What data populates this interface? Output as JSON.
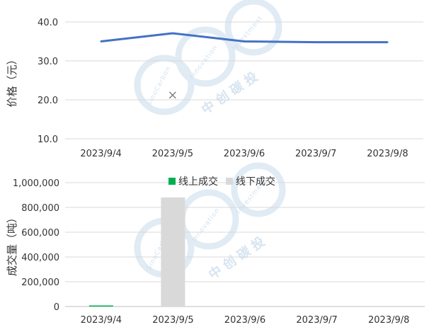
{
  "watermark": {
    "brand_latin": "SinoCarbon",
    "brand_latin2": "Innovation",
    "brand_latin3": "Investment",
    "brand_cn": "中 创 碳 投"
  },
  "chart_data": [
    {
      "type": "line",
      "ylabel": "价格（元）",
      "categories": [
        "2023/9/4",
        "2023/9/5",
        "2023/9/6",
        "2023/9/7",
        "2023/9/8"
      ],
      "series": [
        {
          "values": [
            35.0,
            37.1,
            35.0,
            34.8,
            34.8
          ],
          "color": "#4472c4"
        },
        {
          "marker": "x",
          "values": [
            null,
            21.2,
            null,
            null,
            null
          ],
          "color": "#7f7f7f"
        }
      ],
      "ylim": [
        10,
        40
      ],
      "yticks": [
        "10.0",
        "20.0",
        "30.0",
        "40.0"
      ],
      "grid": true
    },
    {
      "type": "bar",
      "ylabel": "成交量（吨）",
      "categories": [
        "2023/9/4",
        "2023/9/5",
        "2023/9/6",
        "2023/9/7",
        "2023/9/8"
      ],
      "series": [
        {
          "name": "线上成交",
          "values": [
            5000,
            0,
            0,
            0,
            0
          ],
          "color": "#00b050"
        },
        {
          "name": "线下成交",
          "values": [
            0,
            880000,
            0,
            0,
            0
          ],
          "color": "#d9d9d9"
        }
      ],
      "ylim": [
        0,
        1000000
      ],
      "yticks": [
        "0",
        "200,000",
        "400,000",
        "600,000",
        "800,000",
        "1,000,000"
      ],
      "legend": "top-center",
      "grid": true
    }
  ]
}
